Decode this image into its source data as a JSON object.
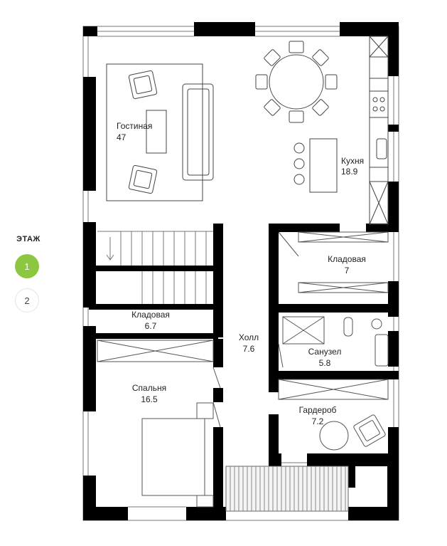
{
  "floor_nav": {
    "title": "ЭТАЖ",
    "floors": [
      {
        "label": "1",
        "active": true
      },
      {
        "label": "2",
        "active": false
      }
    ],
    "active_color": "#8dc63f"
  },
  "rooms": {
    "living": {
      "name": "Гостиная",
      "area": "47"
    },
    "kitchen": {
      "name": "Кухня",
      "area": "18.9"
    },
    "pantry_right": {
      "name": "Кладовая",
      "area": "7"
    },
    "pantry_left": {
      "name": "Кладовая",
      "area": "6.7"
    },
    "hall": {
      "name": "Холл",
      "area": "7.6"
    },
    "bathroom": {
      "name": "Санузел",
      "area": "5.8"
    },
    "bedroom": {
      "name": "Спальня",
      "area": "16.5"
    },
    "wardrobe": {
      "name": "Гардероб",
      "area": "7.2"
    }
  },
  "colors": {
    "wall": "#000000",
    "line": "#555555",
    "furniture": "#444444"
  }
}
